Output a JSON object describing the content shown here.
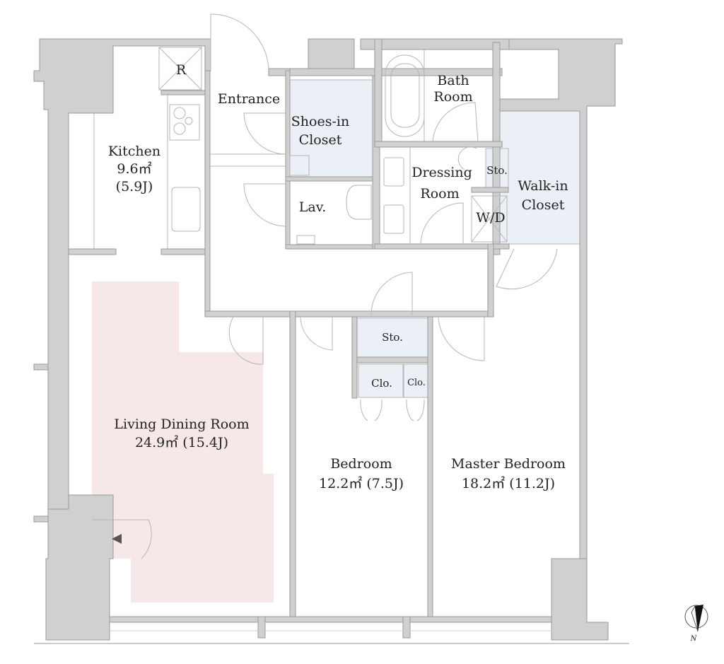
{
  "rooms": {
    "refrigerator": "R",
    "entrance": "Entrance",
    "shoes_closet": {
      "line1": "Shoes-in",
      "line2": "Closet"
    },
    "kitchen": {
      "name": "Kitchen",
      "area": "9.6㎡",
      "tatami": "(5.9J)"
    },
    "lavatory": "Lav.",
    "bath": {
      "line1": "Bath",
      "line2": "Room"
    },
    "dressing": {
      "line1": "Dressing",
      "line2": "Room"
    },
    "dressing_storage": "Sto.",
    "washer_dryer": "W/D",
    "walk_in_closet": {
      "line1": "Walk-in",
      "line2": "Closet"
    },
    "living": {
      "name": "Living Dining Room",
      "area": "24.9㎡  (15.4J)"
    },
    "hall_storage": "Sto.",
    "closet_a": "Clo.",
    "closet_b": "Clo.",
    "bedroom": {
      "name": "Bedroom",
      "area": "12.2㎡  (7.5J)"
    },
    "master_bedroom": {
      "name": "Master Bedroom",
      "area": "18.2㎡  (11.2J)"
    }
  },
  "compass": {
    "label": "N"
  },
  "colors": {
    "wall": "#d0d0d0",
    "closet": "#eaf0f5",
    "living": "#f5e8e6"
  }
}
